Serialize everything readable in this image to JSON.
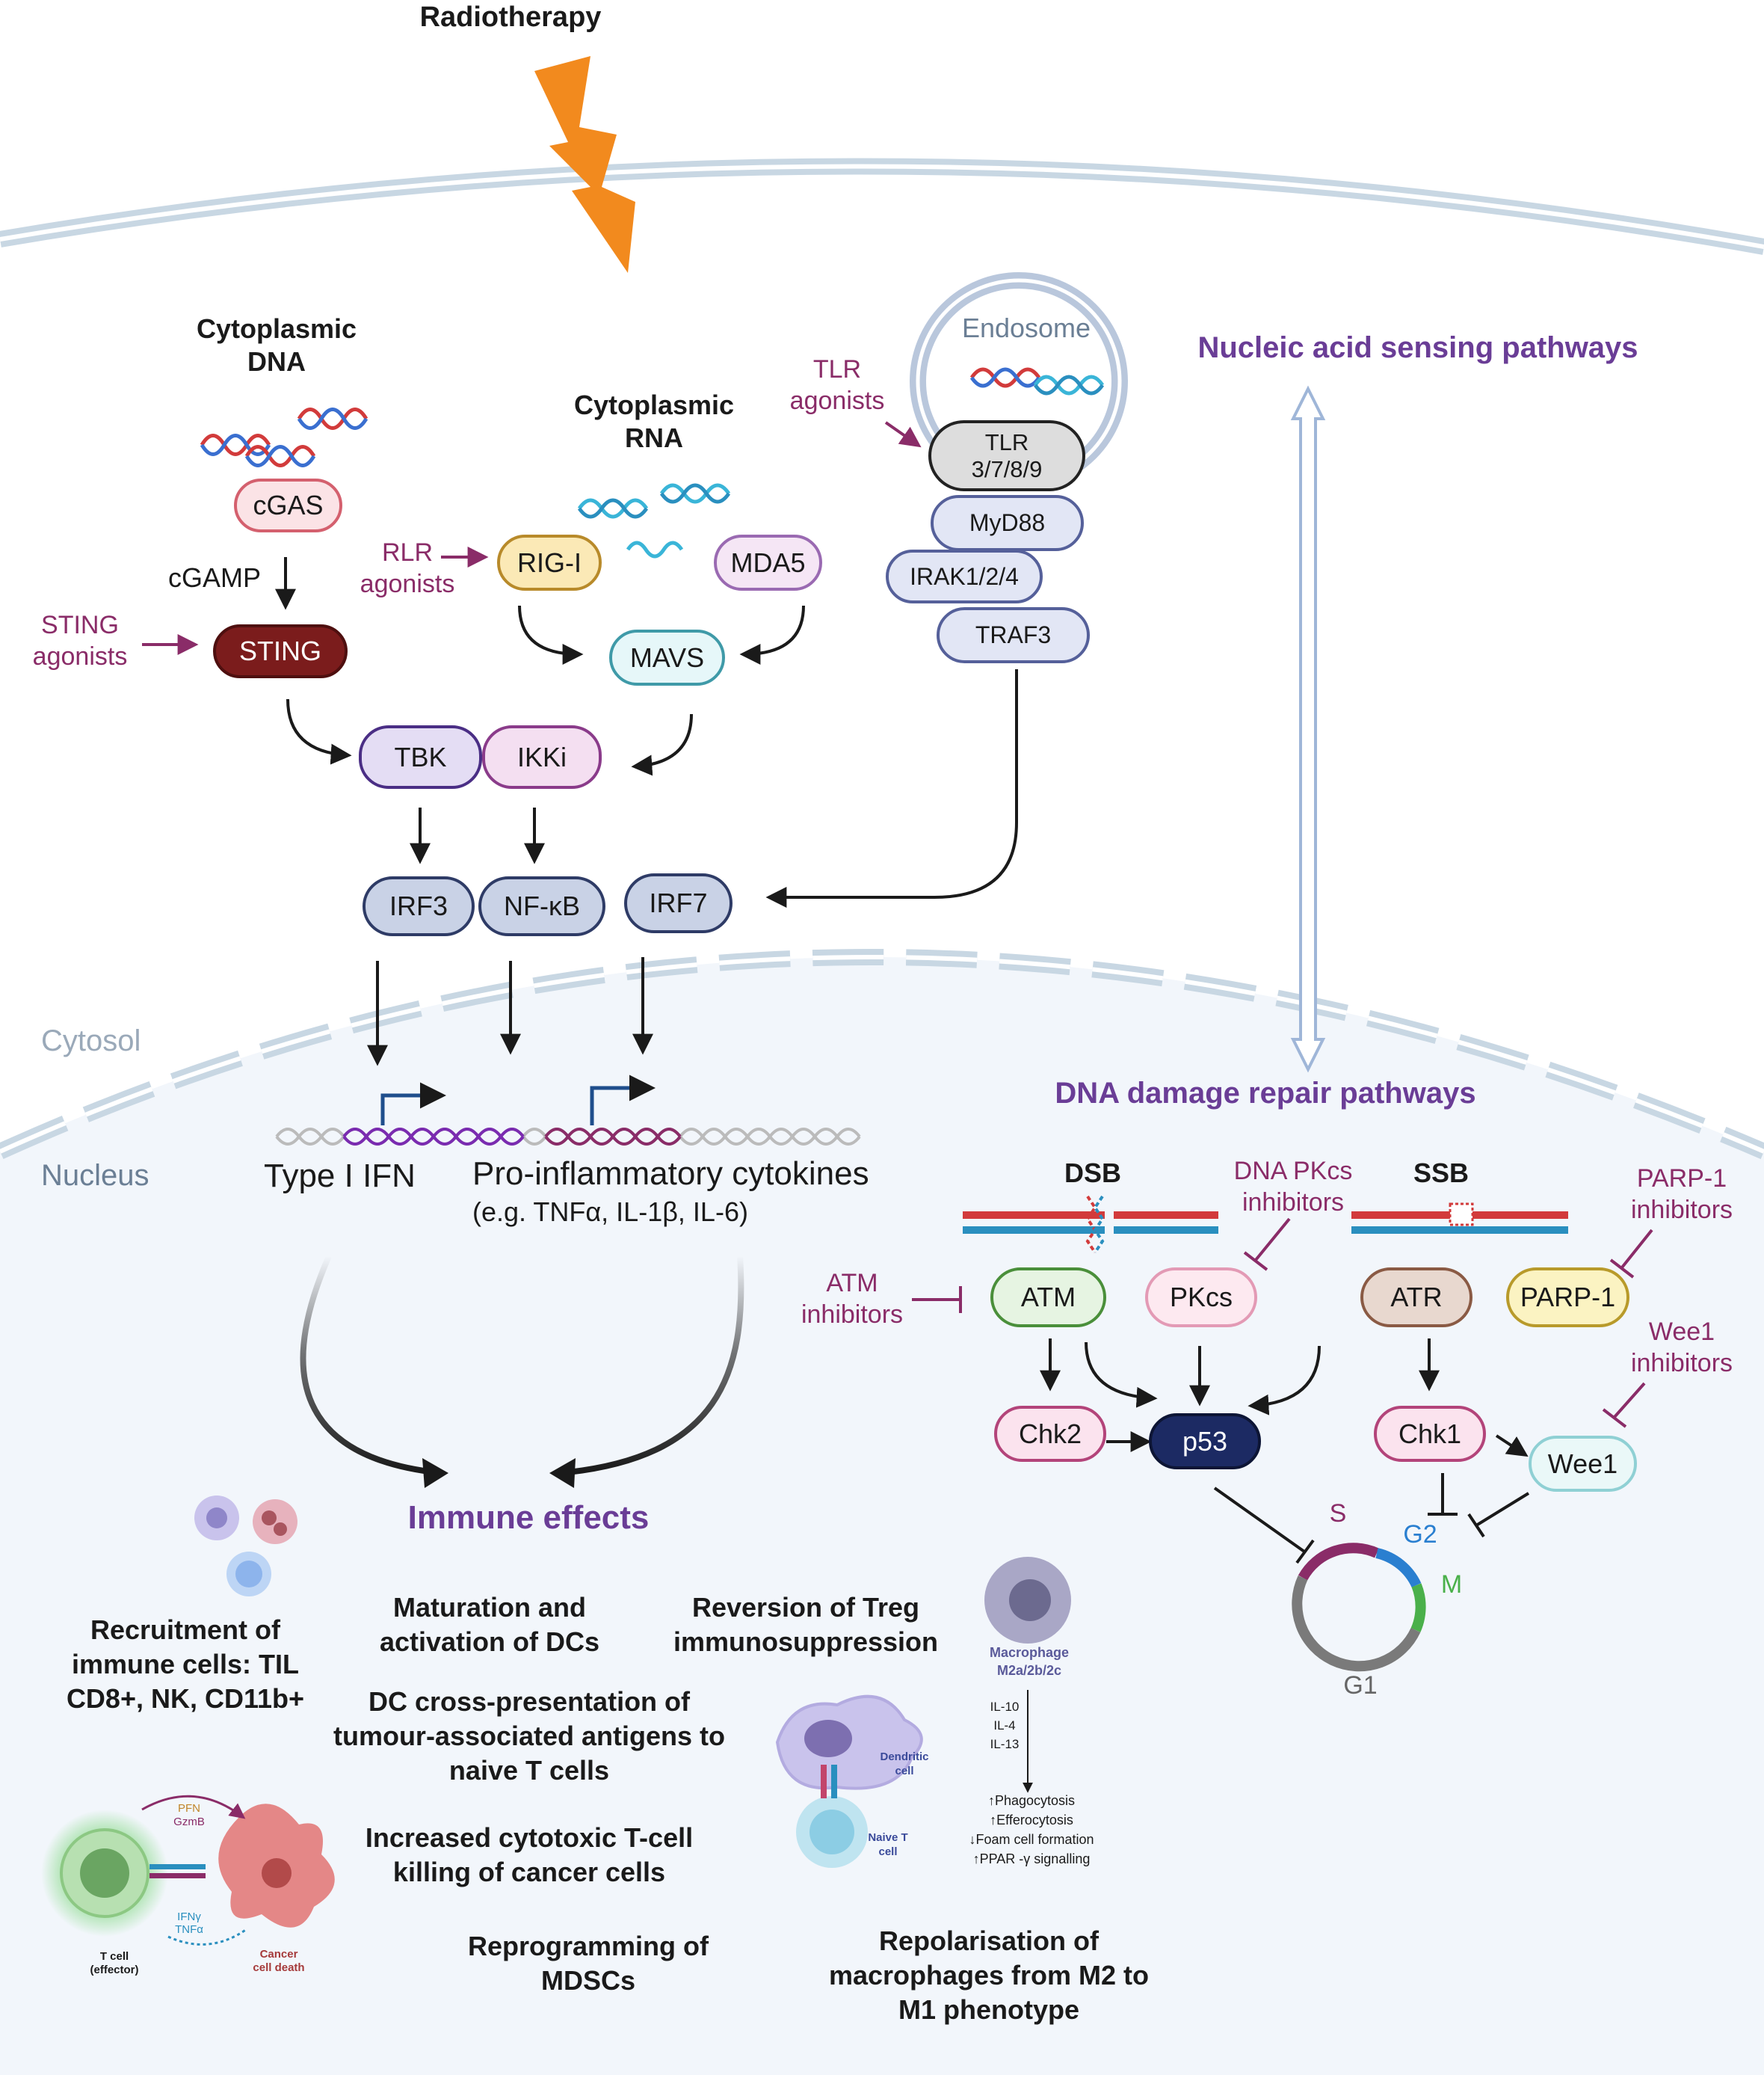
{
  "header": {
    "radiotherapy": "Radiotherapy"
  },
  "regions": {
    "cytosol": "Cytosol",
    "nucleus": "Nucleus",
    "endosome": "Endosome"
  },
  "section_titles": {
    "nucleic_acid": "Nucleic acid sensing pathways",
    "ddr": "DNA damage repair pathways",
    "immune_effects": "Immune effects"
  },
  "cytoplasmic_dna": {
    "line1": "Cytoplasmic",
    "line2": "DNA"
  },
  "cytoplasmic_rna": {
    "line1": "Cytoplasmic",
    "line2": "RNA"
  },
  "agonists": {
    "sting_line1": "STING",
    "sting_line2": "agonists",
    "rlr_line1": "RLR",
    "rlr_line2": "agonists",
    "tlr_line1": "TLR",
    "tlr_line2": "agonists"
  },
  "nodes": {
    "cgas": "cGAS",
    "cgamp": "cGAMP",
    "sting": "STING",
    "rigi": "RIG-I",
    "mda5": "MDA5",
    "mavs": "MAVS",
    "tlr_line1": "TLR",
    "tlr_line2": "3/7/8/9",
    "myd88": "MyD88",
    "irak": "IRAK1/2/4",
    "traf3": "TRAF3",
    "tbk": "TBK",
    "ikki": "IKKi",
    "irf3": "IRF3",
    "nfkb": "NF-κB",
    "irf7": "IRF7"
  },
  "genes": {
    "type1_ifn": "Type I IFN",
    "proinflammatory": "Pro-inflammatory cytokines",
    "examples": "(e.g. TNFα, IL-1β, IL-6)"
  },
  "ddr": {
    "dsb": "DSB",
    "ssb": "SSB",
    "dna_pkcs_inh_line1": "DNA PKcs",
    "dna_pkcs_inh_line2": "inhibitors",
    "parp_inh_line1": "PARP-1",
    "parp_inh_line2": "inhibitors",
    "atm_inh_line1": "ATM",
    "atm_inh_line2": "inhibitors",
    "wee1_inh_line1": "Wee1",
    "wee1_inh_line2": "inhibitors",
    "atm": "ATM",
    "pkcs": "PKcs",
    "atr": "ATR",
    "parp1": "PARP-1",
    "chk2": "Chk2",
    "p53": "p53",
    "chk1": "Chk1",
    "wee1": "Wee1",
    "phase_s": "S",
    "phase_g2": "G2",
    "phase_m": "M",
    "phase_g1": "G1"
  },
  "effects": {
    "recruitment": [
      "Recruitment of",
      "immune cells: TIL",
      "CD8+, NK, CD11b+"
    ],
    "maturation": [
      "Maturation and",
      "activation of DCs"
    ],
    "treg": [
      "Reversion of Treg",
      "immunosuppression"
    ],
    "cross_presentation": [
      "DC cross-presentation of",
      "tumour-associated antigens to",
      "naive T cells"
    ],
    "cytotoxic": [
      "Increased cytotoxic T-cell",
      "killing of cancer cells"
    ],
    "mdsc": [
      "Reprogramming of",
      "MDSCs"
    ],
    "macrophage_repol": [
      "Repolarisation of",
      "macrophages from M2 to",
      "M1 phenotype"
    ]
  },
  "illustrations": {
    "macrophage_label": "Macrophage",
    "macrophage_sub": "M2a/2b/2c",
    "cytokines": [
      "IL-10",
      "IL-4",
      "IL-13"
    ],
    "macrophage_effects": [
      "↑Phagocytosis",
      "↑Efferocytosis",
      "↓Foam cell formation",
      "↑PPAR -γ signalling"
    ],
    "dendritic_cell": [
      "Dendritic",
      "cell"
    ],
    "naive_t_cell": [
      "Naive T",
      "cell"
    ],
    "pfn": "PFN",
    "gzmb": "GzmB",
    "ifng": "IFNγ",
    "tnfa": "TNFα",
    "t_cell": [
      "T cell",
      "(effector)"
    ],
    "cancer_death": [
      "Cancer",
      "cell death"
    ]
  },
  "colors": {
    "bolt": "#f28a1e",
    "membrane": "#c8d7e3",
    "agonist_purple": "#8a2c68",
    "title_purple": "#6a3d96",
    "sting_fill": "#7b1c1c",
    "p53_fill": "#1c2a63"
  }
}
